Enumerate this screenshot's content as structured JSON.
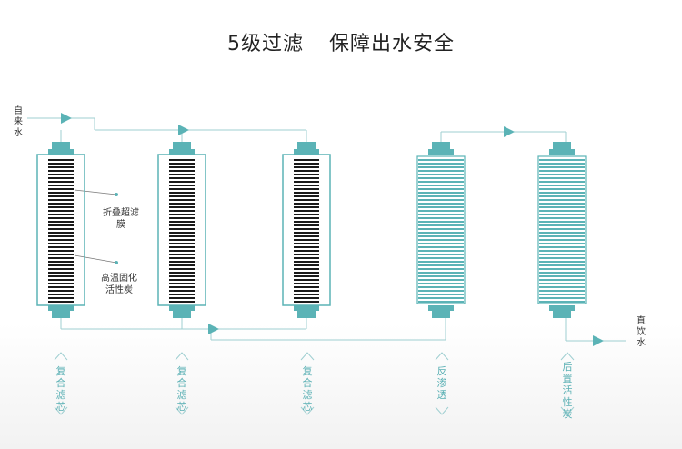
{
  "title": {
    "part1": "5级过滤",
    "part2": "保障出水安全"
  },
  "inlet_label": "自来水",
  "outlet_label": "直饮水",
  "callouts": [
    {
      "text": "折叠超滤膜"
    },
    {
      "text": "高温固化活性炭"
    }
  ],
  "stages": [
    {
      "label": "复合滤芯",
      "style": "dark"
    },
    {
      "label": "复合滤芯",
      "style": "dark"
    },
    {
      "label": "复合滤芯",
      "style": "dark"
    },
    {
      "label": "反渗透",
      "style": "light"
    },
    {
      "label": "后置活性炭",
      "style": "light"
    }
  ],
  "colors": {
    "teal": "#5bb3b6",
    "dark_stripe": "#1a1a1a",
    "light_stripe": "#5bb3b6",
    "line": "#9fcfd1"
  }
}
